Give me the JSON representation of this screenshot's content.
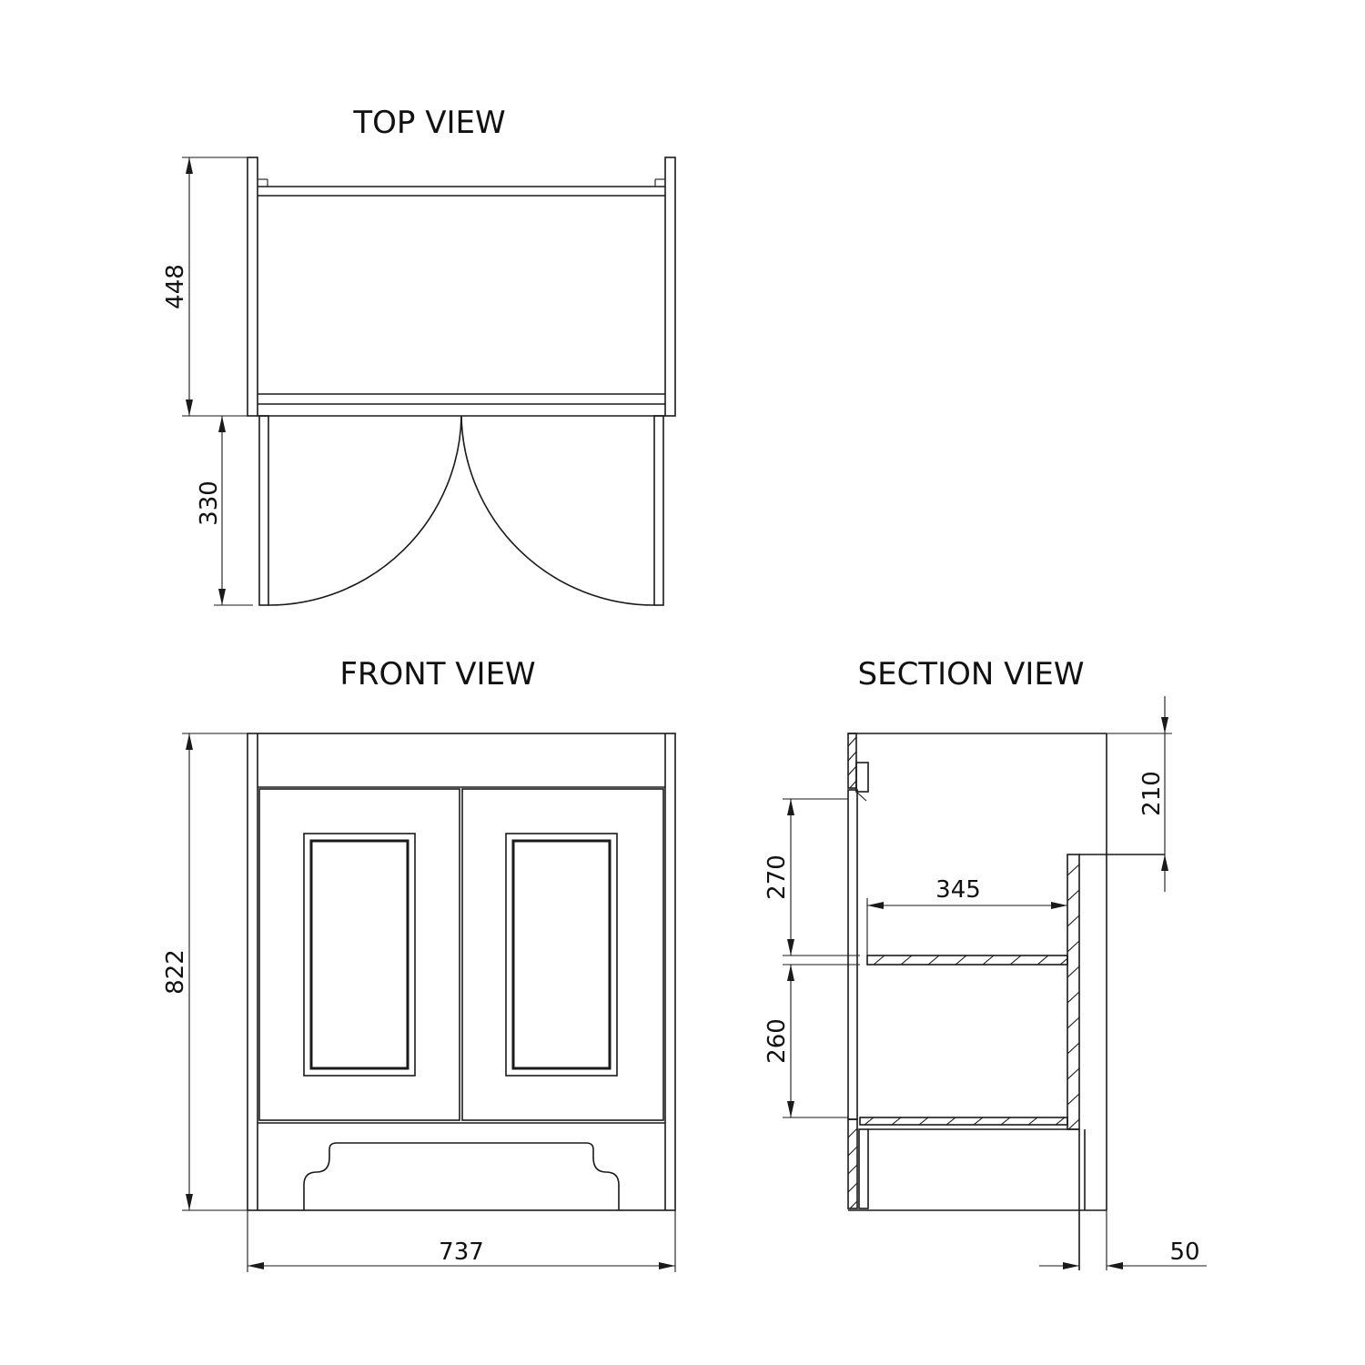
{
  "views": {
    "top": "TOP VIEW",
    "front": "FRONT VIEW",
    "section": "SECTION VIEW"
  },
  "dimensions": {
    "top_depth": "448",
    "door_swing": "330",
    "height": "822",
    "width": "737",
    "top_rail": "210",
    "upper_space": "270",
    "shelf_depth": "345",
    "lower_space": "260",
    "back_gap": "50"
  }
}
